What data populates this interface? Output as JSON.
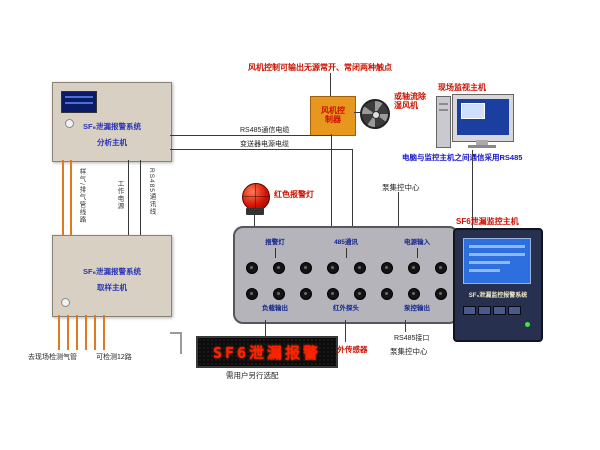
{
  "diagram": {
    "analysis_host": {
      "system": "SF₆泄漏报警系统",
      "name": "分析主机"
    },
    "sampling_host": {
      "system": "SF₆泄漏报警系统",
      "name": "取样主机"
    },
    "fan_controller_label": "风机控制器",
    "fan_note": "风机控制可输出无源常开、常闭两种触点",
    "axial_fan_label": "或轴流除湿风机",
    "site_monitor_label": "现场监视主机",
    "pc_comm_note": "电脑与监控主机之间通信采用RS485",
    "rs485_cable_label": "RS485通信电缆",
    "transmitter_power_cable_label": "变送器电源电缆",
    "beacon_label": "红色报警灯",
    "pump_center_top_label": "泵集控中心",
    "pump_center_bottom_label": "泵集控中心",
    "rs485_port_label": "RS485接口",
    "ir_sensor_label": "红外传感器",
    "sf6_host_title": "SF6泄漏监控主机",
    "sf6_host_screen_text": "SF₆泄漏监控报警系统",
    "led_text": "SF6泄漏报警",
    "led_caption": "需用户另行选配",
    "gas_pipe_label": "去现场检测气管",
    "channel_label": "可检测12路",
    "sample_gas_line_label": "样气/排气管线路",
    "work_power_label": "工作电源",
    "rs485_wire_label": "RS485通讯线",
    "terminal_top_labels": [
      "报警灯",
      "485通讯",
      "电源输入"
    ],
    "terminal_bottom_labels": [
      "负载输出",
      "红外探头",
      "泵控输出"
    ],
    "terminals_per_row": 8
  },
  "colors": {
    "annotation_red": "#cc1100",
    "note_blue": "#1515cc",
    "device_beige": "#d8d0c2",
    "controller_orange": "#e8971e",
    "panel_gray": "#b4b4ba",
    "led_red": "#ff2200"
  }
}
